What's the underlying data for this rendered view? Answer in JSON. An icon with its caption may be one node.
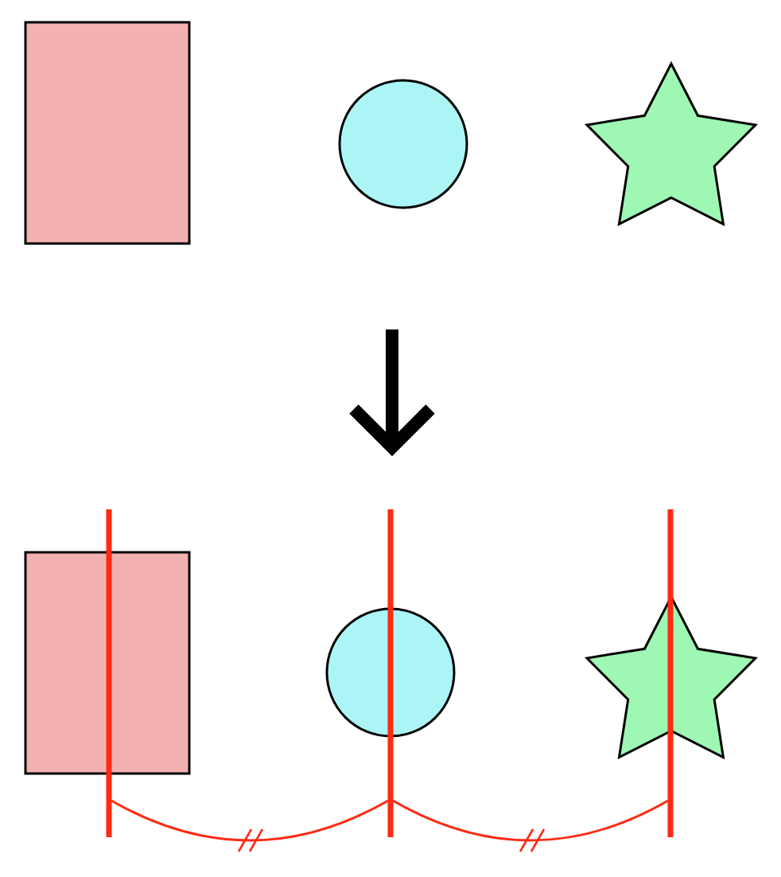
{
  "diagram": {
    "nodes": [
      {
        "text": [],
        "shape": "box"
      },
      {
        "text": [],
        "shape": "circle"
      },
      {
        "text": [],
        "shape": "star"
      },
      {
        "text": [],
        "shape": "box"
      },
      {
        "text": [],
        "shape": "circle"
      },
      {
        "text": [],
        "shape": "star"
      }
    ]
  }
}
